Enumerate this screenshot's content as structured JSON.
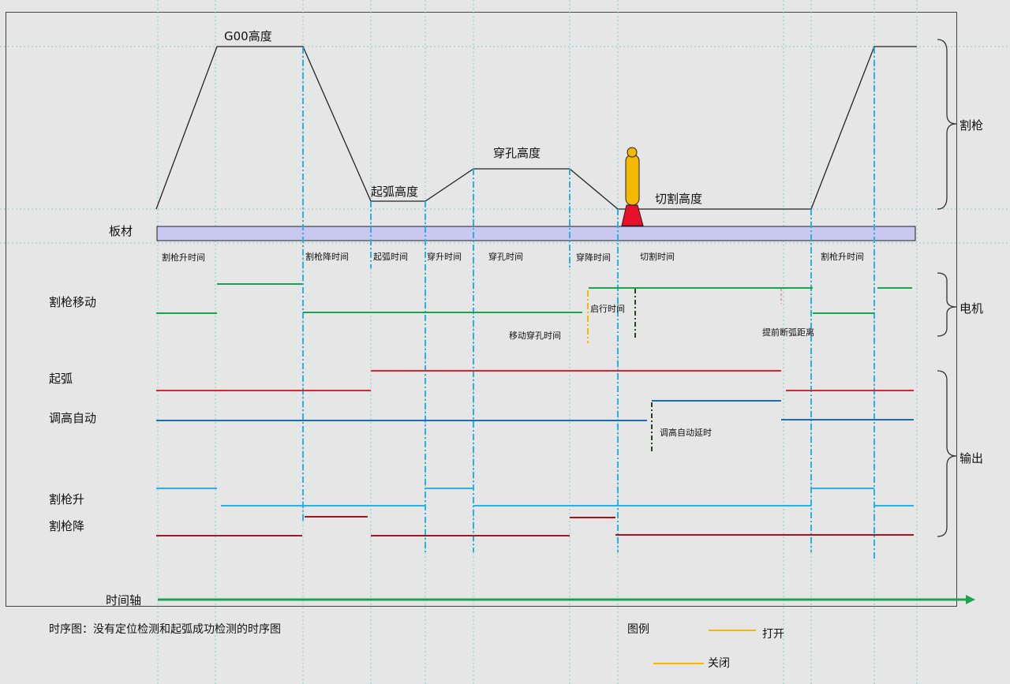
{
  "profile": {
    "g00_height": "G00高度",
    "arc_height": "起弧高度",
    "pierce_height": "穿孔高度",
    "cut_height": "切割高度",
    "plate": "板材"
  },
  "phases": [
    "割枪升时间",
    "割枪降时间",
    "起弧时间",
    "穿升时间",
    "穿孔时间",
    "穿降时间",
    "切割时间",
    "割枪升时间"
  ],
  "signals": {
    "torch_move": "割枪移动",
    "arc_start": "起弧",
    "thc_auto": "调高自动",
    "torch_up": "割枪升",
    "torch_down": "割枪降",
    "time_axis": "时间轴"
  },
  "annotations": {
    "pre_time": "启行时间",
    "move_pierce_time": "移动穿孔时间",
    "early_arc_off": "提前断弧距离",
    "thc_delay": "调高自动延时"
  },
  "groups": {
    "torch": "割枪",
    "motor": "电机",
    "output": "输出"
  },
  "caption": "时序图：没有定位检测和起弧成功检测的时序图",
  "legend": {
    "title": "图例",
    "open": "打开",
    "close": "关闭"
  },
  "colors": {
    "green": "#1aa34a",
    "red": "#e8202a",
    "blue": "#1c6bbf",
    "cyan": "#2ab0e8",
    "darkred": "#b0101a",
    "orange": "#f5b800"
  }
}
